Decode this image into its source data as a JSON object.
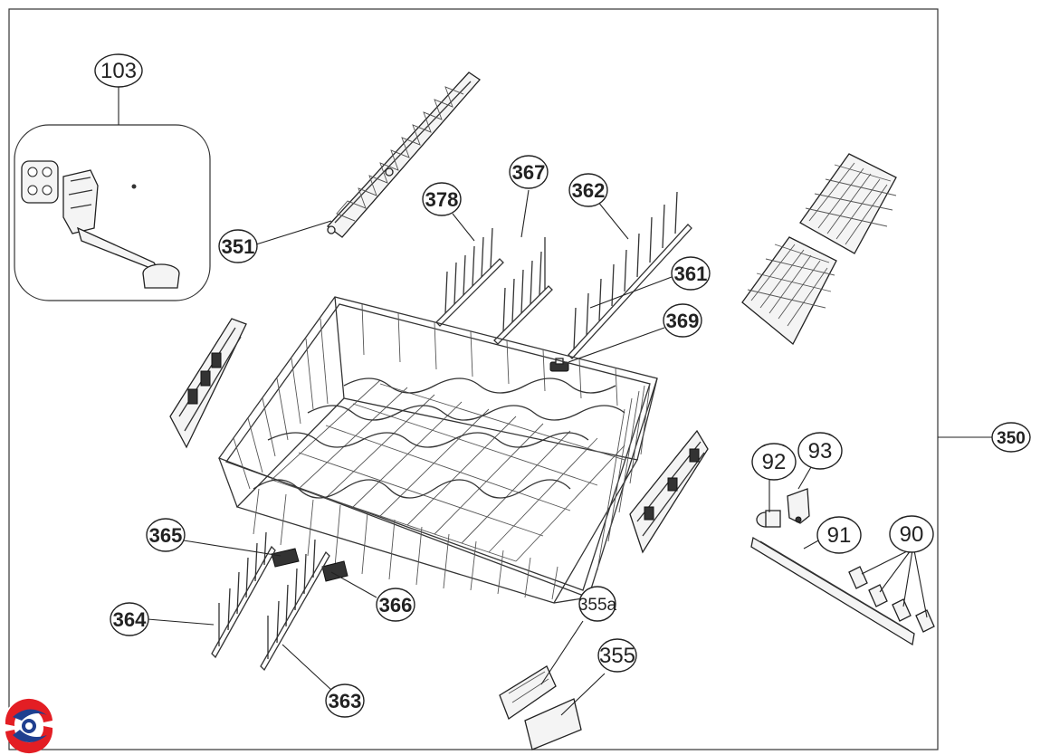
{
  "callouts": {
    "c103": "103",
    "c351": "351",
    "c378": "378",
    "c367": "367",
    "c362": "362",
    "c361": "361",
    "c369": "369",
    "c350": "350",
    "c92": "92",
    "c93": "93",
    "c91": "91",
    "c90": "90",
    "c365": "365",
    "c366": "366",
    "c364": "364",
    "c363": "363",
    "c355a": "355a",
    "c355": "355"
  },
  "colors": {
    "line": "#222222",
    "logo_red": "#e31e24",
    "logo_blue": "#1f3f8f"
  },
  "icons": {
    "logo": "brand-logo-icon"
  }
}
